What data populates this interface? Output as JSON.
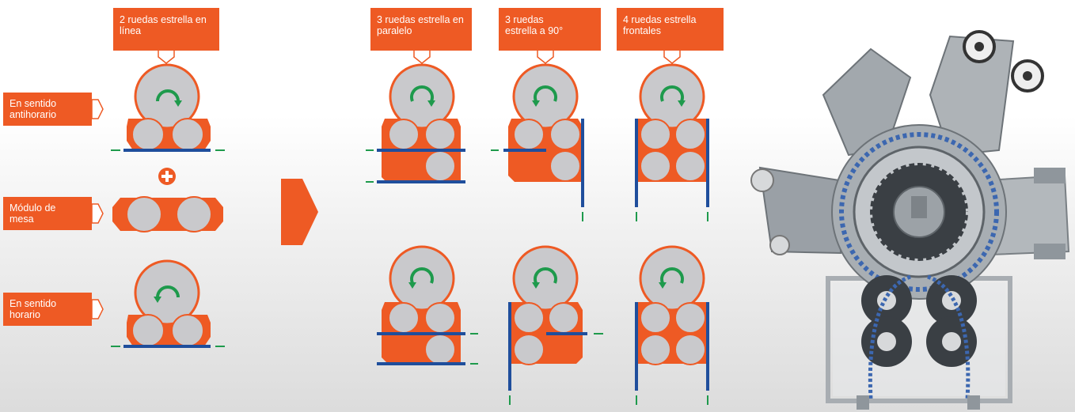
{
  "labels": {
    "two_inline": "2 ruedas estrella en línea",
    "three_parallel": "3 ruedas estrella en paralelo",
    "three_90": "3 ruedas estrella a 90°",
    "four_front": "4 ruedas estrella frontales",
    "counterclockwise": "En sentido antihorario",
    "table_module": "Módulo de mesa",
    "clockwise": "En sentido horario"
  },
  "colors": {
    "accent_orange": "#ee5a24",
    "wheel_grey": "#c9c9cc",
    "rail_blue": "#1f4e9c",
    "arrow_green": "#1e9a4c",
    "machine_grey": "#8f969c"
  },
  "icons": [
    "plus-icon",
    "right-arrow-icon",
    "rotation-arrow-icon"
  ]
}
